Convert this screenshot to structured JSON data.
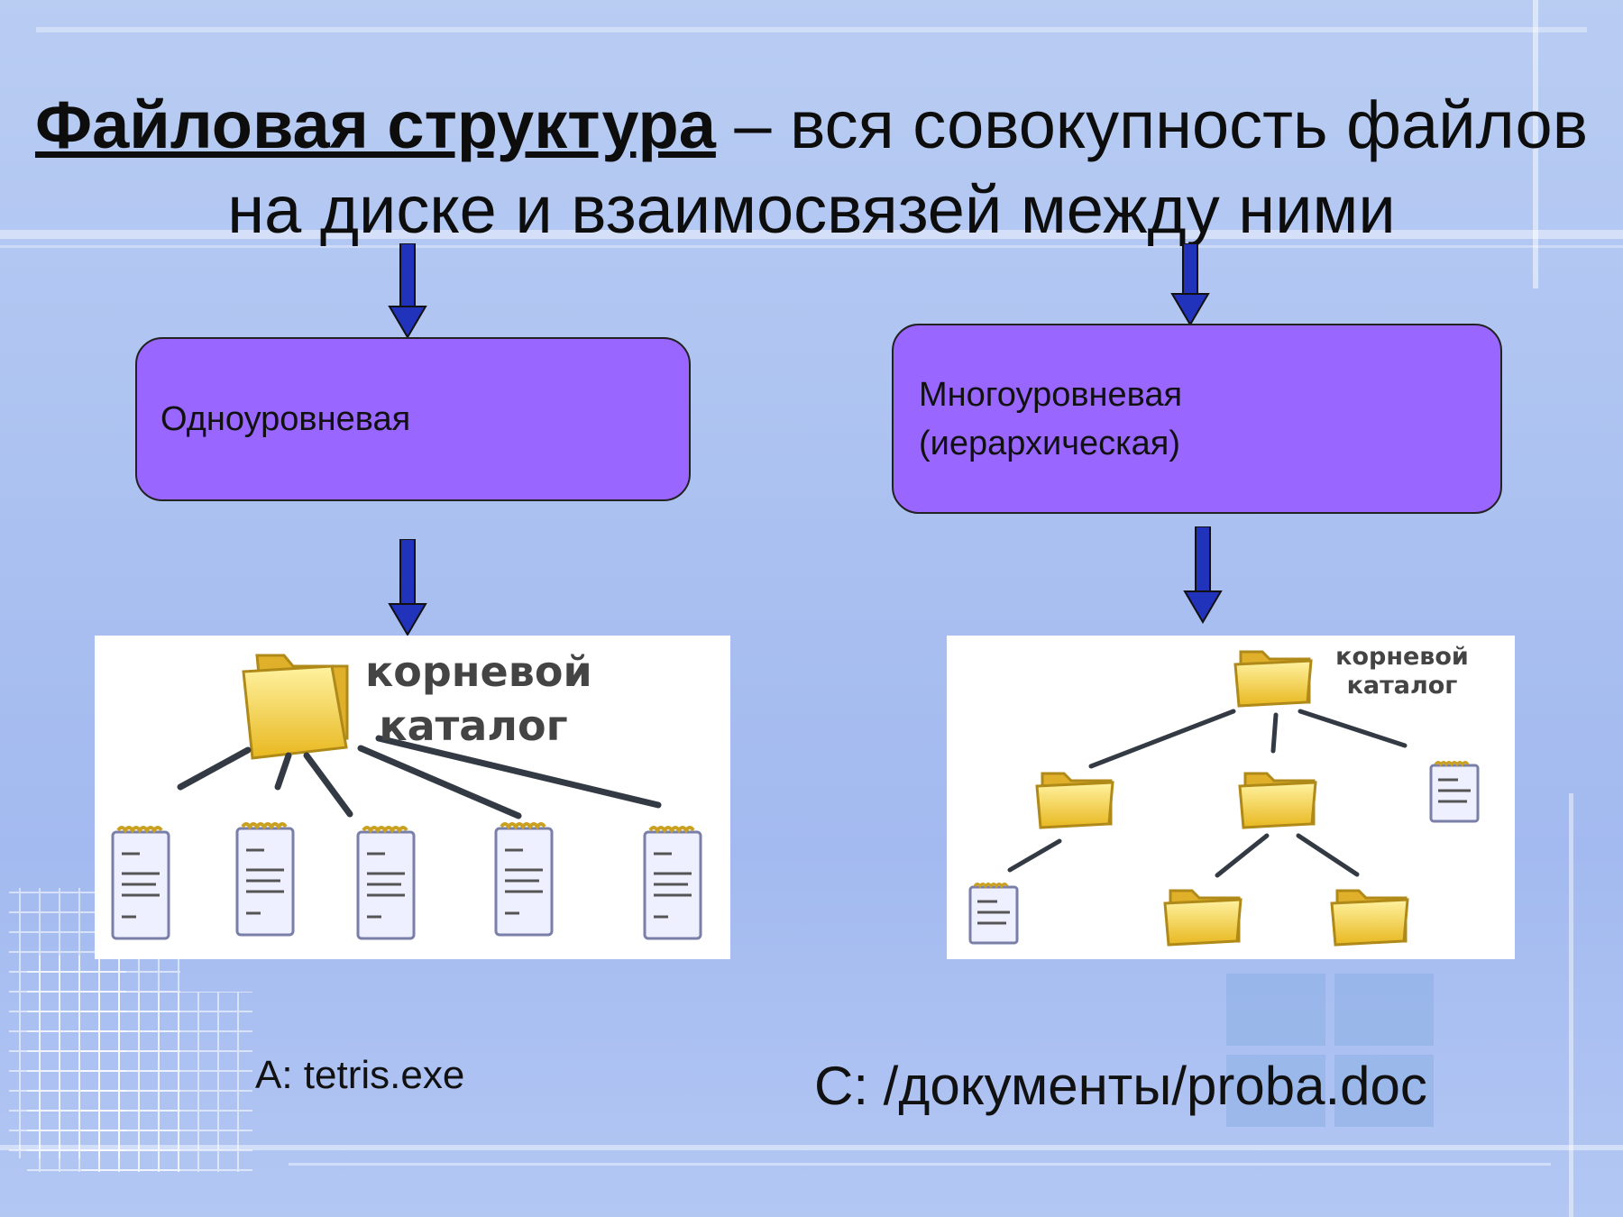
{
  "slide": {
    "title_term": "Файловая структура",
    "title_rest": " – вся совокупность файлов на диске и взаимосвязей между ними"
  },
  "boxes": {
    "single_level": "Одноуровневая",
    "multi_level": "Многоуровневая (иерархическая)"
  },
  "illustrations": {
    "single_root_label": "корневой каталог",
    "multi_root_label": "корневой каталог"
  },
  "paths": {
    "single_example": "A: tetris.exe",
    "multi_example": "C: /документы/proba.doc"
  },
  "colors": {
    "box_fill": "#9966ff",
    "arrow": "#2233bb",
    "background": "#aac0f0",
    "folder": "#f3cf3a"
  }
}
